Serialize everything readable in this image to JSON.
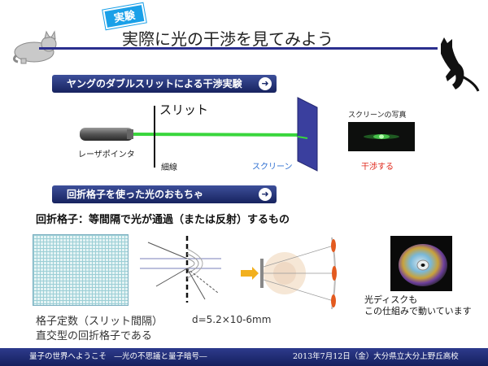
{
  "slide": {
    "badge": "実験",
    "title": "実際に光の干渉を見てみよう"
  },
  "section1": {
    "label": "ヤングのダブルスリットによる干渉実験",
    "slit_label": "スリット",
    "laser_label": "レーザポインタ",
    "slit_line_label": "細線",
    "screen_label": "スクリーン",
    "photo_label": "スクリーンの写真",
    "interference_label": "干渉する"
  },
  "section2": {
    "label": "回折格子を使った光のおもちゃ",
    "definition": "回折格子：等間隔で光が通過（または反射）するもの",
    "grating_caption_line1": "格子定数（スリット間隔）",
    "grating_caption_line2": "直交型の回折格子である",
    "grating_spacing": "d=5.2×10-6mm",
    "disc_caption_line1": "光ディスクも",
    "disc_caption_line2": "この仕組みで動いています"
  },
  "footer": {
    "left": "量子の世界へようこそ　―光の不思議と量子暗号―",
    "right": "2013年7月12日（金）大分県立大分上野丘高校"
  },
  "colors": {
    "title_rule": "#2b2f8e",
    "section_bar": "#1b2a6b",
    "laser_beam": "#39d63c",
    "screen": "#3a3f9e",
    "interference_text": "#e0291c",
    "screen_text": "#2e6fd1"
  }
}
